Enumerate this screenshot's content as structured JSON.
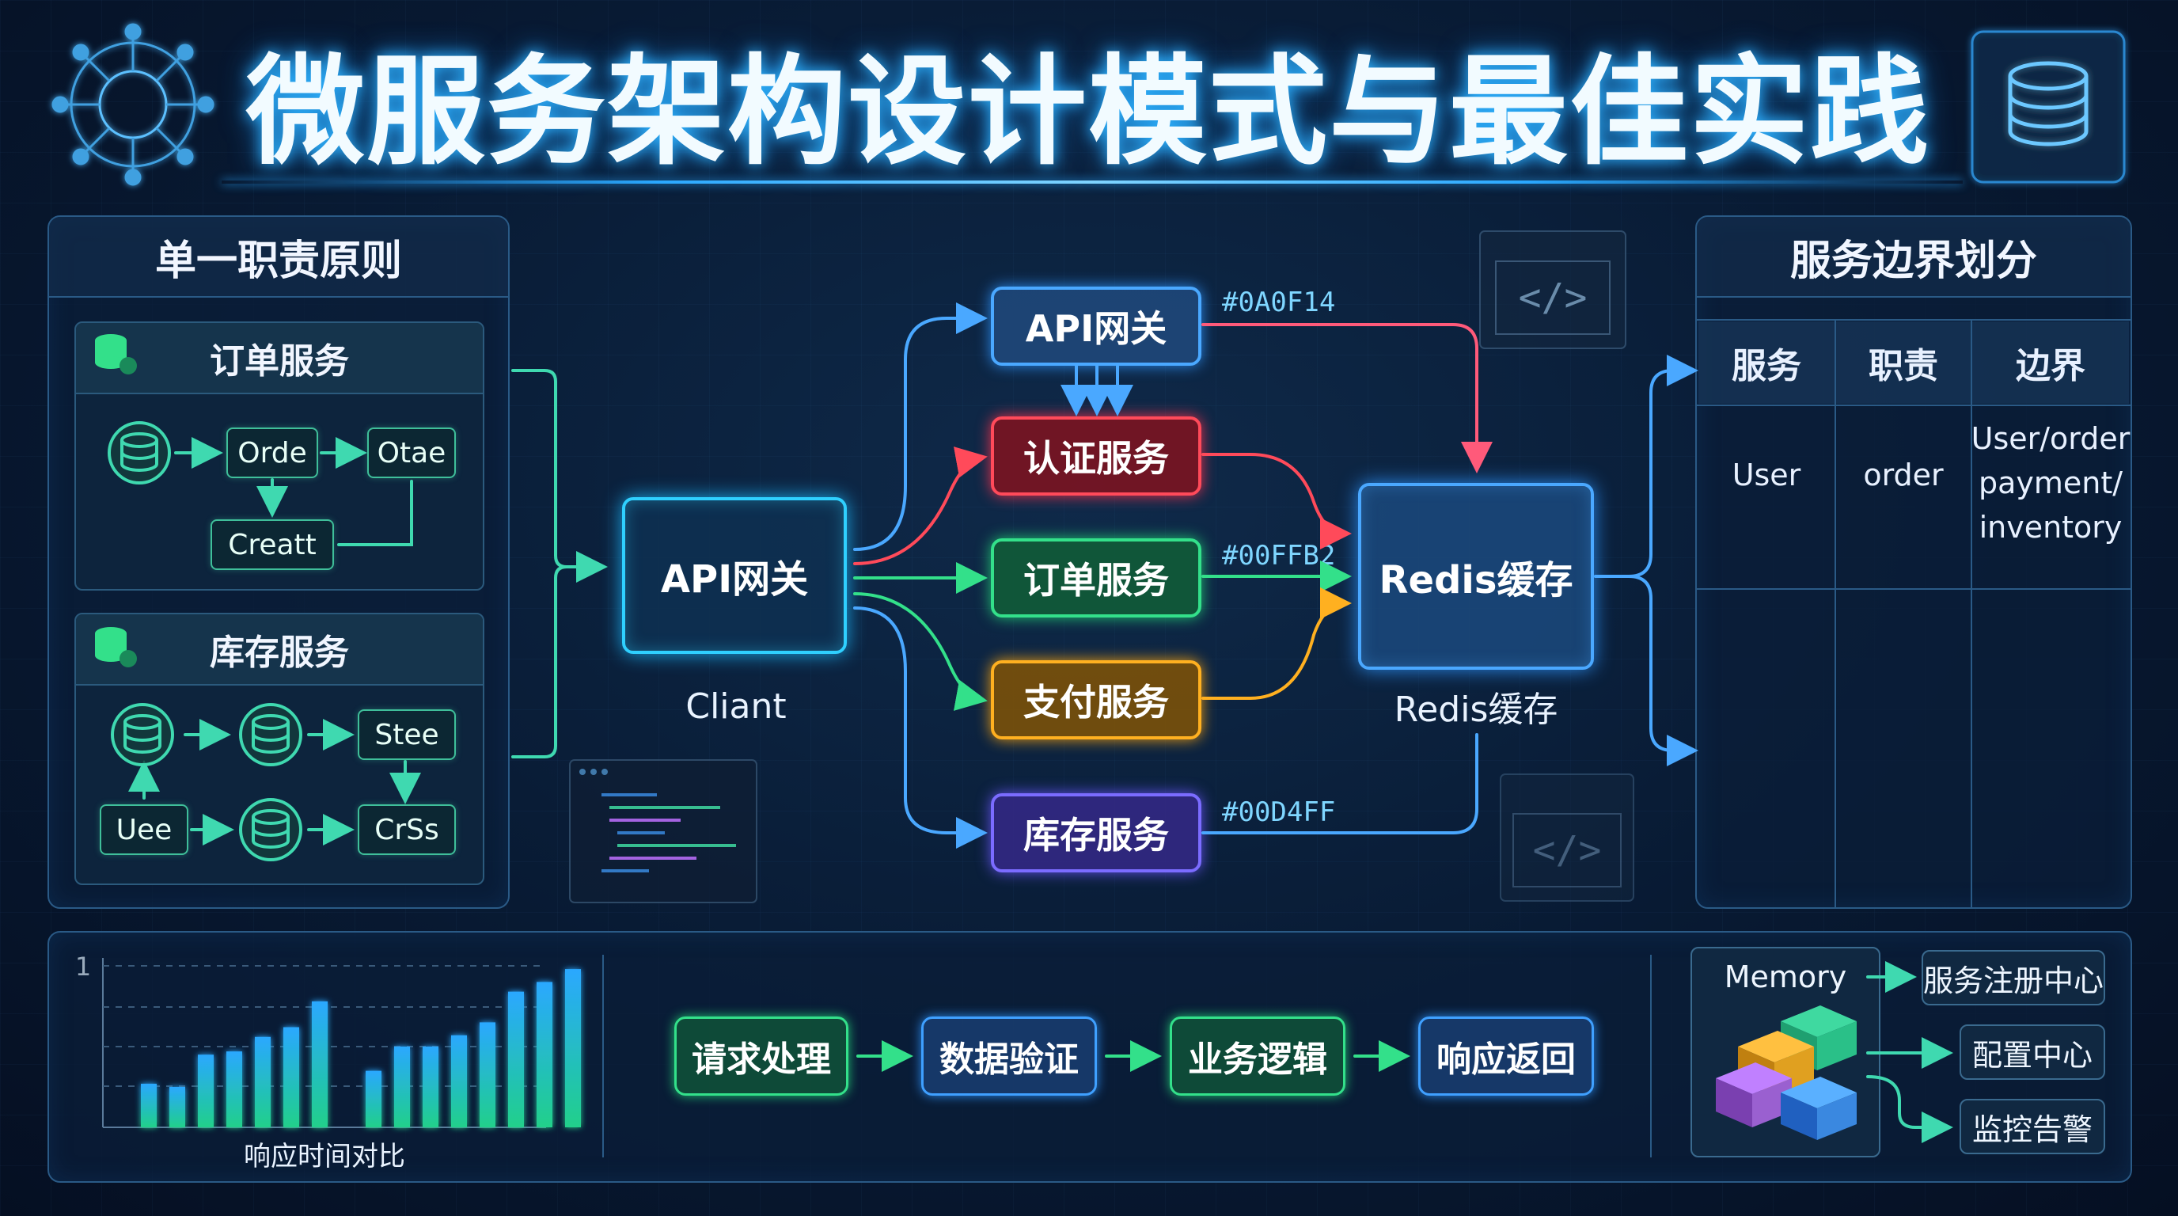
{
  "title": "微服务架构设计模式与最佳实践",
  "left_panel": {
    "title": "单一职责原则",
    "order_service": {
      "title": "订单服务",
      "boxes": [
        "Orde",
        "Otae",
        "Creatt"
      ]
    },
    "inventory_service": {
      "title": "库存服务",
      "boxes": [
        "Stee",
        "Uee",
        "CrSs"
      ]
    }
  },
  "center": {
    "client_gateway": "API网关",
    "client_label": "Cliant",
    "services": [
      {
        "label": "API网关",
        "color": "#4aa8ff"
      },
      {
        "label": "认证服务",
        "color": "#ff4a5a"
      },
      {
        "label": "订单服务",
        "color": "#33e08a"
      },
      {
        "label": "支付服务",
        "color": "#ffb020"
      },
      {
        "label": "库存服务",
        "color": "#7b6cff"
      }
    ],
    "hex_labels": [
      "#0A0F14",
      "#00FFB2",
      "#00D4FF"
    ],
    "redis": "Redis缓存",
    "redis_label": "Redis缓存"
  },
  "right_panel": {
    "title": "服务边界划分",
    "headers": [
      "服务",
      "职责",
      "边界"
    ],
    "row": [
      "User",
      "order",
      "User/order payment/ inventory"
    ]
  },
  "bottom": {
    "chart_data": {
      "type": "bar",
      "title": "",
      "xlabel": "响应时间对比",
      "ylabel": "",
      "ytick": "1",
      "groups": [
        {
          "values": [
            0.27,
            0.25,
            0.45,
            0.47,
            0.56,
            0.62,
            0.78
          ]
        },
        {
          "values": [
            0.35,
            0.5,
            0.5,
            0.57,
            0.65,
            0.84,
            0.9,
            0.98
          ]
        }
      ]
    },
    "flow_steps": [
      "请求处理",
      "数据验证",
      "业务逻辑",
      "响应返回"
    ],
    "memory_label": "Memory",
    "side_items": [
      "服务注册中心",
      "配置中心",
      "监控告警"
    ]
  },
  "colors": {
    "accent": "#2fb4ff",
    "green": "#33e08a",
    "red": "#ff4a5a",
    "orange": "#ffb020",
    "purple": "#7b6cff"
  }
}
